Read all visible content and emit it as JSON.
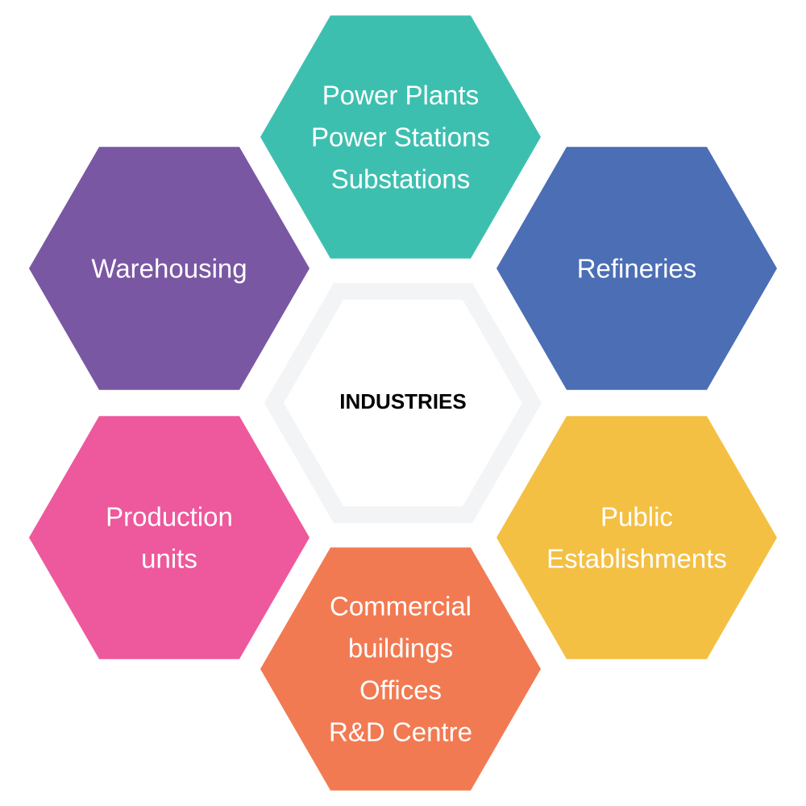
{
  "center": {
    "label": "INDUSTRIES",
    "fill": "#ffffff",
    "ring_color": "#f2f4f6"
  },
  "hexagons": [
    {
      "id": "power",
      "lines": [
        "Power Plants",
        "Power Stations",
        "Substations"
      ],
      "color": "#3dbfb0"
    },
    {
      "id": "refineries",
      "lines": [
        "Refineries"
      ],
      "color": "#4b6eb5"
    },
    {
      "id": "public",
      "lines": [
        "Public",
        "Establishments"
      ],
      "color": "#f4c043"
    },
    {
      "id": "commercial",
      "lines": [
        "Commercial",
        "buildings",
        "Offices",
        "R&D Centre"
      ],
      "color": "#f27a52"
    },
    {
      "id": "production",
      "lines": [
        "Production",
        "units"
      ],
      "color": "#ee589c"
    },
    {
      "id": "warehousing",
      "lines": [
        "Warehousing"
      ],
      "color": "#7a57a3"
    }
  ]
}
